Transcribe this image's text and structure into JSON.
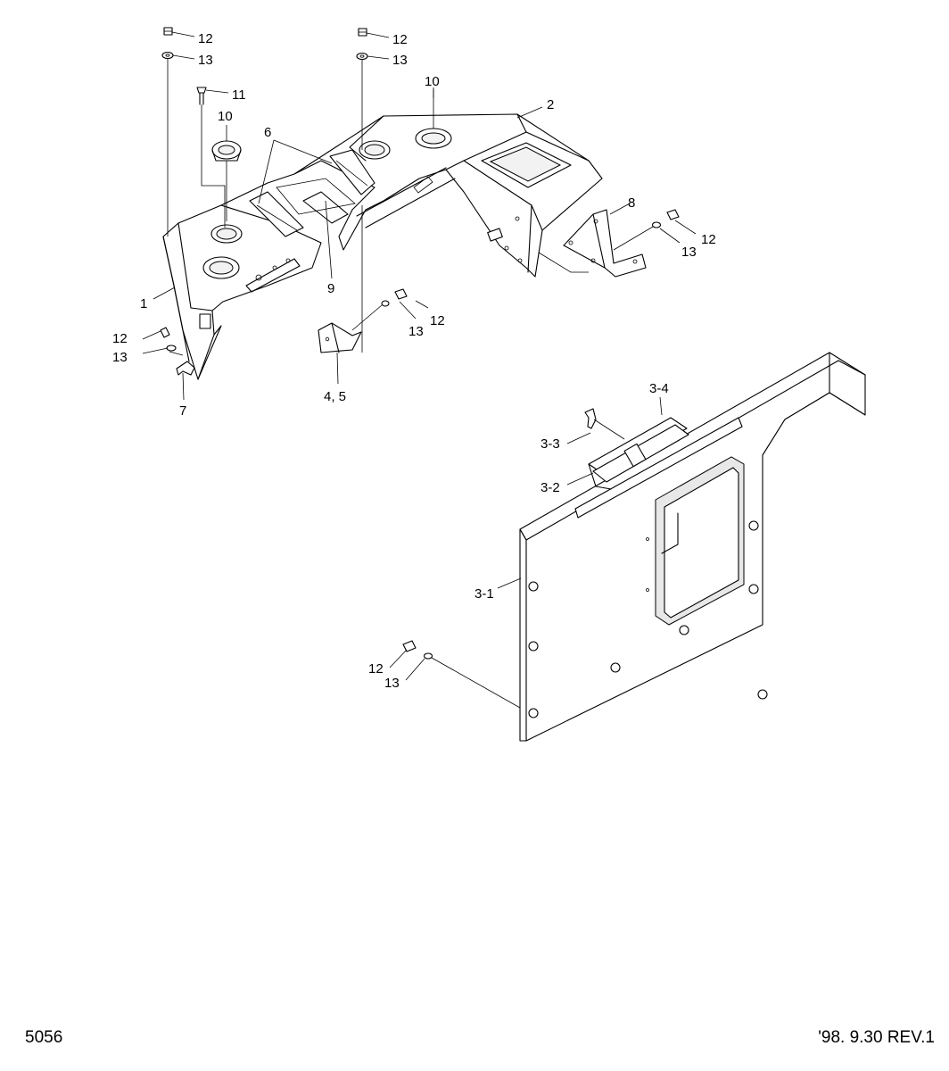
{
  "labels": {
    "l1": "1",
    "l2": "2",
    "l3_1": "3-1",
    "l3_2": "3-2",
    "l3_3": "3-3",
    "l3_4": "3-4",
    "l4_5": "4, 5",
    "l6": "6",
    "l7": "7",
    "l8": "8",
    "l9": "9",
    "l10a": "10",
    "l10b": "10",
    "l11": "11",
    "l12": "12",
    "l13": "13"
  },
  "footer": {
    "drawing_number": "5056",
    "revision": "'98. 9.30  REV.1"
  }
}
